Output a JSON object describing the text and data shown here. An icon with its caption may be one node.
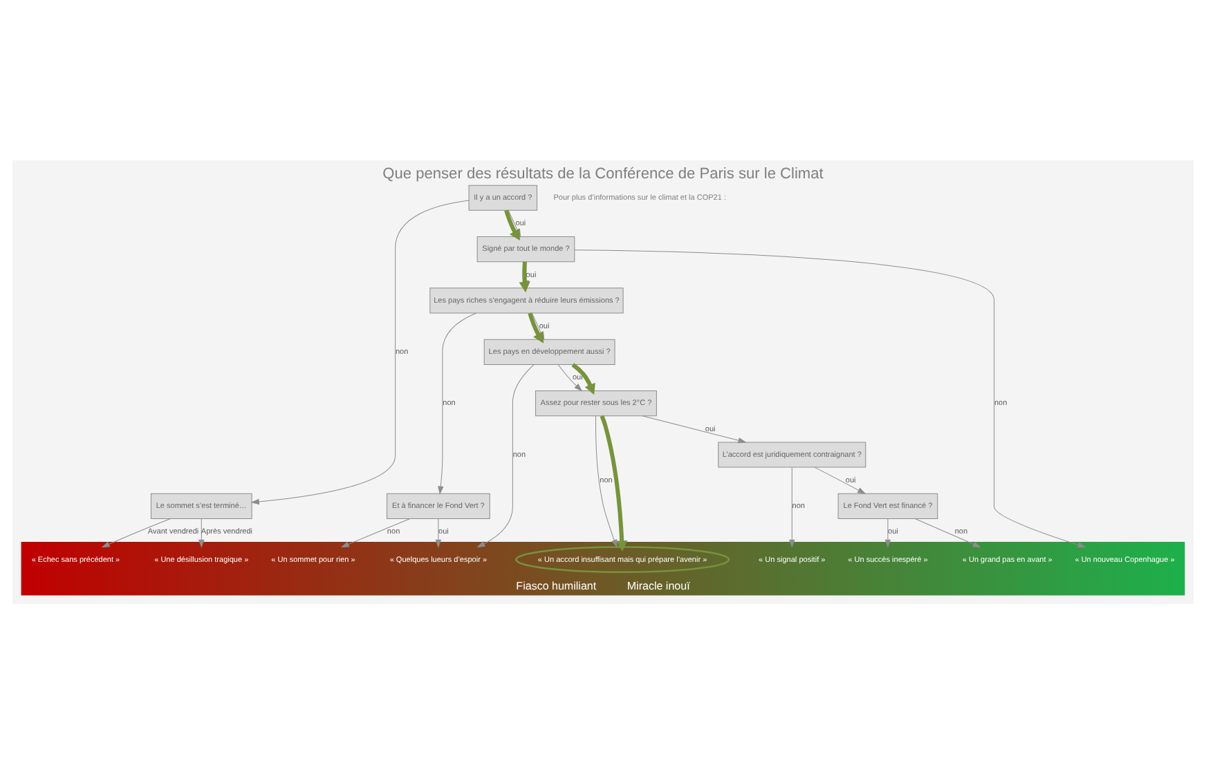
{
  "diagram": {
    "title": "Que penser des résultats de la Conférence de Paris sur le Climat",
    "nodes": [
      {
        "text": [
          "Il y a un accord ?"
        ]
      },
      {
        "text": [
          "Le sommet s’est terminé…"
        ]
      },
      {
        "text": [
          "Signé par tout le monde ?"
        ]
      },
      {
        "text": [
          "Les pays riches s’engagent à réduire leurs émissions ?"
        ]
      },
      {
        "text": [
          "Et à financer le Fond Vert ?"
        ]
      },
      {
        "text": [
          "Les pays en développement aussi ?"
        ]
      },
      {
        "text": [
          "Assez pour rester sous les 2°C ?"
        ]
      },
      {
        "text": [
          "L’accord est juridiquement contraignant ?"
        ]
      },
      {
        "text": [
          "Le Fond Vert est financé ?"
        ]
      },
      {
        "text": [
          "Fiasco humiliant",
          "Miracle inouï"
        ]
      },
      {
        "text": [
          "« Echec sans précédent »"
        ],
        "in": 9
      },
      {
        "text": [
          "« Une désillusion tragique »"
        ],
        "in": 9
      },
      {
        "text": [
          "« Un nouveau Copenhague »"
        ],
        "in": 9
      },
      {
        "text": [
          "« Un sommet pour rien »"
        ],
        "in": 9
      },
      {
        "text": [
          "« Quelques lueurs d’espoir »"
        ],
        "in": 9
      },
      {
        "text": [
          "« Un accord insuffisant mais qui prépare l’avenir »"
        ],
        "in": 9
      },
      {
        "text": [
          "« Un signal positif »"
        ],
        "in": 9
      },
      {
        "text": [
          "« Un grand pas en avant »"
        ],
        "in": 9
      },
      {
        "text": [
          "« Un succès inespéré »"
        ],
        "in": 9
      }
    ],
    "edges": [
      {
        "from": 0,
        "to": 1,
        "arrow": "to",
        "label": "non"
      },
      {
        "from": 0,
        "to": 2,
        "arrow": "to",
        "label": "oui"
      },
      {
        "from": 0,
        "to": 2,
        "arrow": "to",
        "style": "thick",
        "color": "#77933c"
      },
      {
        "from": 1,
        "to": 10,
        "arrow": "to",
        "label": "Avant vendredi"
      },
      {
        "from": 1,
        "to": 11,
        "arrow": "to",
        "label": "Après vendredi"
      },
      {
        "from": 2,
        "to": 12,
        "arrow": "to",
        "label": "non"
      },
      {
        "from": 2,
        "to": 3,
        "arrow": "to",
        "label": "oui"
      },
      {
        "from": 2,
        "to": 3,
        "arrow": "to",
        "style": "thick",
        "color": "#77933c"
      },
      {
        "from": 3,
        "to": 4,
        "arrow": "to",
        "label": "non"
      },
      {
        "from": 3,
        "to": 5,
        "arrow": "to",
        "label": "oui"
      },
      {
        "from": 3,
        "to": 5,
        "arrow": "to",
        "style": "thick",
        "color": "#77933c"
      },
      {
        "from": 4,
        "to": 13,
        "arrow": "to",
        "label": "non"
      },
      {
        "from": 4,
        "to": 14,
        "arrow": "to",
        "label": "oui"
      },
      {
        "from": 5,
        "to": 14,
        "arrow": "to",
        "label": "non"
      },
      {
        "from": 5,
        "to": 6,
        "arrow": "to",
        "label": "oui"
      },
      {
        "from": 5,
        "to": 6,
        "arrow": "to",
        "style": "thick",
        "color": "#77933c"
      },
      {
        "from": 6,
        "to": 15,
        "arrow": "to",
        "label": "non"
      },
      {
        "from": 6,
        "to": 15,
        "arrow": "to",
        "style": "thick",
        "color": "#77933c"
      },
      {
        "from": 6,
        "to": 7,
        "arrow": "to",
        "label": "oui"
      },
      {
        "from": 7,
        "to": 16,
        "arrow": "to",
        "label": "non"
      },
      {
        "from": 7,
        "to": 8,
        "arrow": "to",
        "label": "oui"
      },
      {
        "from": 8,
        "to": 17,
        "arrow": "to",
        "label": "non"
      },
      {
        "from": 8,
        "to": 18,
        "arrow": "to",
        "label": "oui"
      }
    ],
    "labels": [
      "Pour plus d’informations sur le climat et la COP21 :"
    ]
  }
}
